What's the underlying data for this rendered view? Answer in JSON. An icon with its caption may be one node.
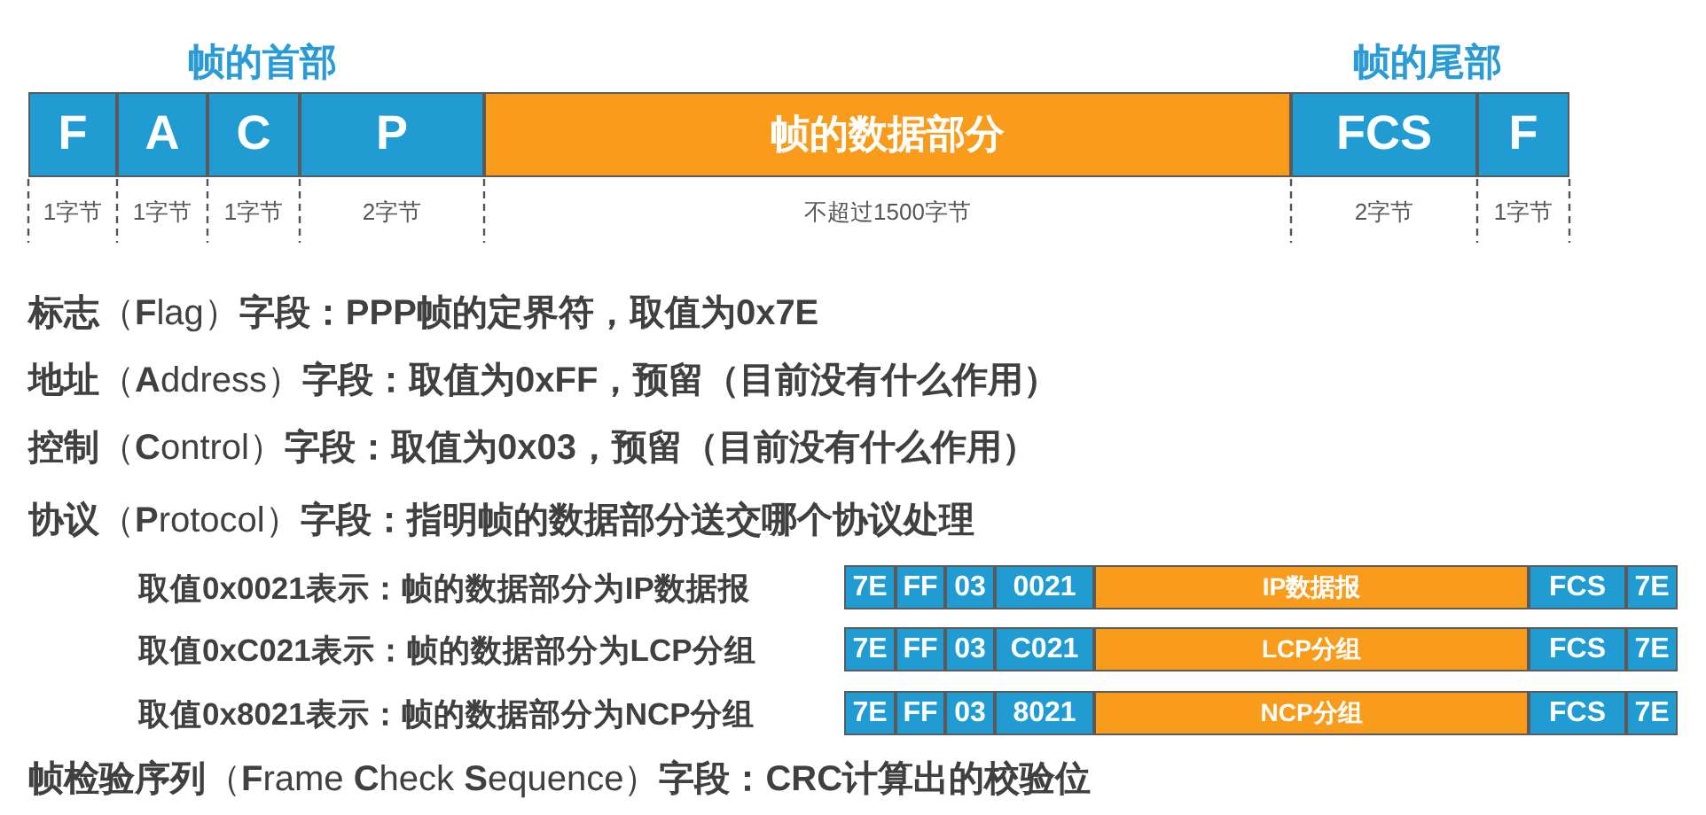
{
  "diagram": {
    "nodes": [
      {
        "text": [
          "F"
        ],
        "beside": [
          "1字节"
        ]
      },
      {
        "text": [
          "A"
        ],
        "beside": [
          "1字节"
        ]
      },
      {
        "text": [
          "C"
        ],
        "beside": [
          "1字节"
        ]
      },
      {
        "text": [
          "P"
        ],
        "beside": [
          "2字节"
        ]
      },
      {
        "text": [
          "帧的数据部分"
        ],
        "beside": [
          "不超过1500字节"
        ]
      },
      {
        "text": [
          "FCS"
        ],
        "beside": [
          "2字节"
        ]
      },
      {
        "text": [
          "F"
        ],
        "beside": [
          "1字节"
        ]
      },
      {
        "text": [
          "7E"
        ]
      },
      {
        "text": [
          "FF"
        ]
      },
      {
        "text": [
          "03"
        ]
      },
      {
        "text": [
          "0021"
        ]
      },
      {
        "text": [
          "IP数据报"
        ]
      },
      {
        "text": [
          "FCS"
        ]
      },
      {
        "text": [
          "7E"
        ]
      },
      {
        "text": [
          "7E"
        ]
      },
      {
        "text": [
          "FF"
        ]
      },
      {
        "text": [
          "03"
        ]
      },
      {
        "text": [
          "C021"
        ]
      },
      {
        "text": [
          "LCP分组"
        ]
      },
      {
        "text": [
          "FCS"
        ]
      },
      {
        "text": [
          "7E"
        ]
      },
      {
        "text": [
          "7E"
        ]
      },
      {
        "text": [
          "FF"
        ]
      },
      {
        "text": [
          "03"
        ]
      },
      {
        "text": [
          "8021"
        ]
      },
      {
        "text": [
          "NCP分组"
        ]
      },
      {
        "text": [
          "FCS"
        ]
      },
      {
        "text": [
          "7E"
        ]
      }
    ],
    "labels": [
      "帧的首部",
      "帧的尾部",
      "**标志**（**F**lag）**字段：PPP帧的定界符，取值为0x7E**",
      "**地址**（**A**ddress）**字段：取值为0xFF，预留（目前没有什么作用）**",
      "**控制**（**C**ontrol）**字段：取值为0x03，预留（目前没有什么作用）**",
      "**协议**（**P**rotocol）**字段：指明帧的数据部分送交哪个协议处理**",
      "取值0x0021表示：帧的数据部分为IP数据报",
      "取值0xC021表示：帧的数据部分为LCP分组",
      "取值0x8021表示：帧的数据部分为NCP分组",
      "**帧检验序列**（**F**rame **C**heck **S**equence）**字段：CRC计算出的校验位**"
    ]
  }
}
